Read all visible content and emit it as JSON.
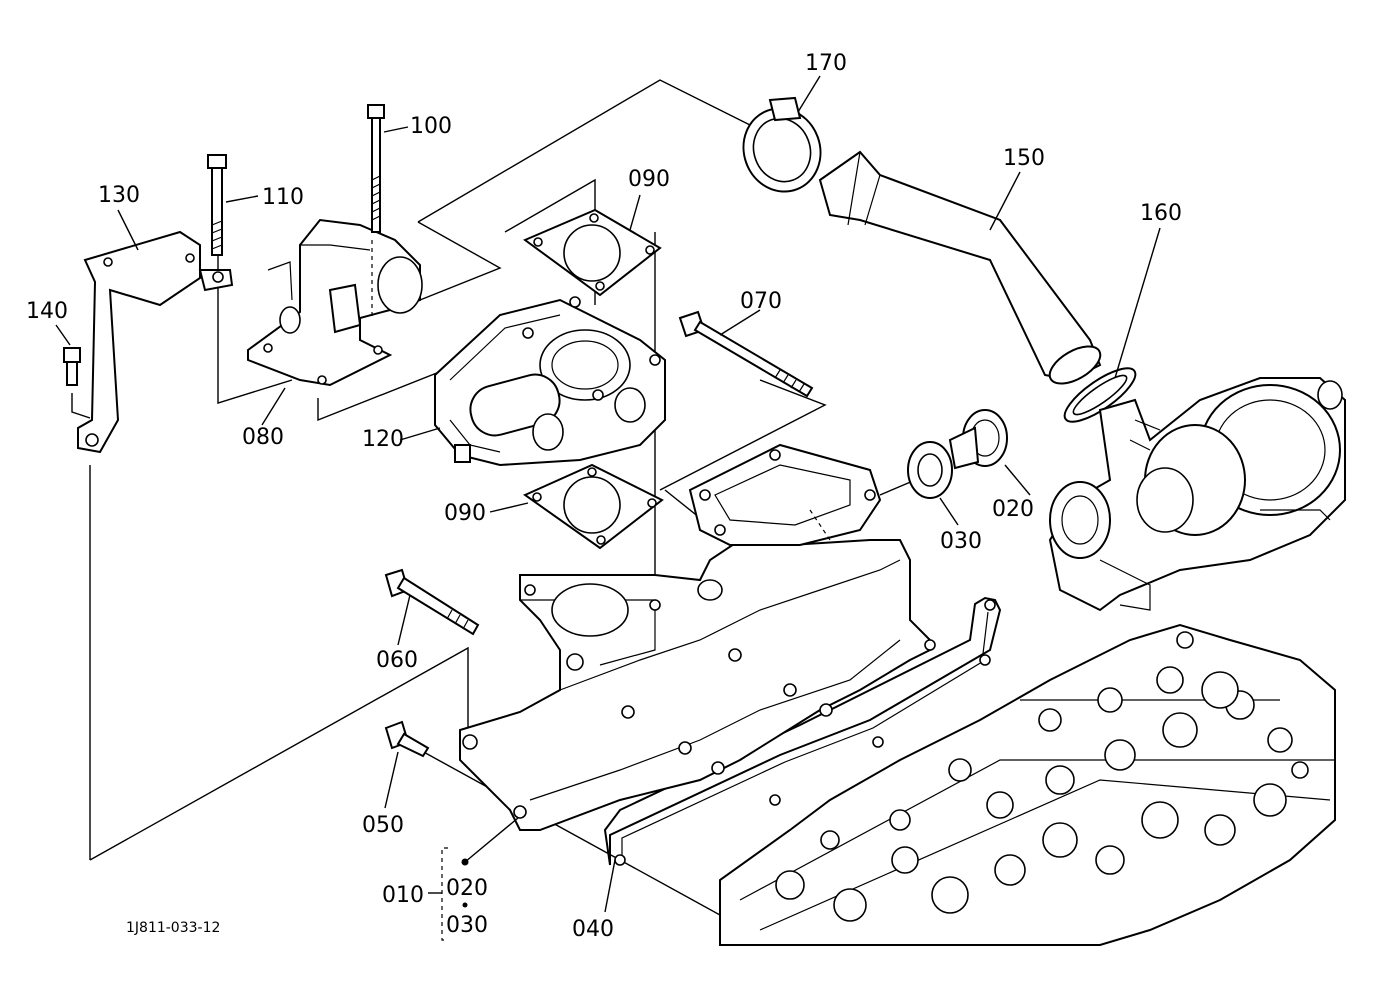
{
  "diagram": {
    "drawing_code": "1J811-033-12",
    "assembly": {
      "label": "010",
      "includes": [
        "020",
        "030"
      ]
    },
    "part_labels": {
      "p170": "170",
      "p150": "150",
      "p160": "160",
      "p100": "100",
      "p110": "110",
      "p130": "130",
      "p090_top": "090",
      "p070": "070",
      "p140": "140",
      "p080": "080",
      "p120": "120",
      "p090_bottom": "090",
      "p030": "030",
      "p020": "020",
      "p060": "060",
      "p050": "050",
      "p040": "040"
    }
  }
}
